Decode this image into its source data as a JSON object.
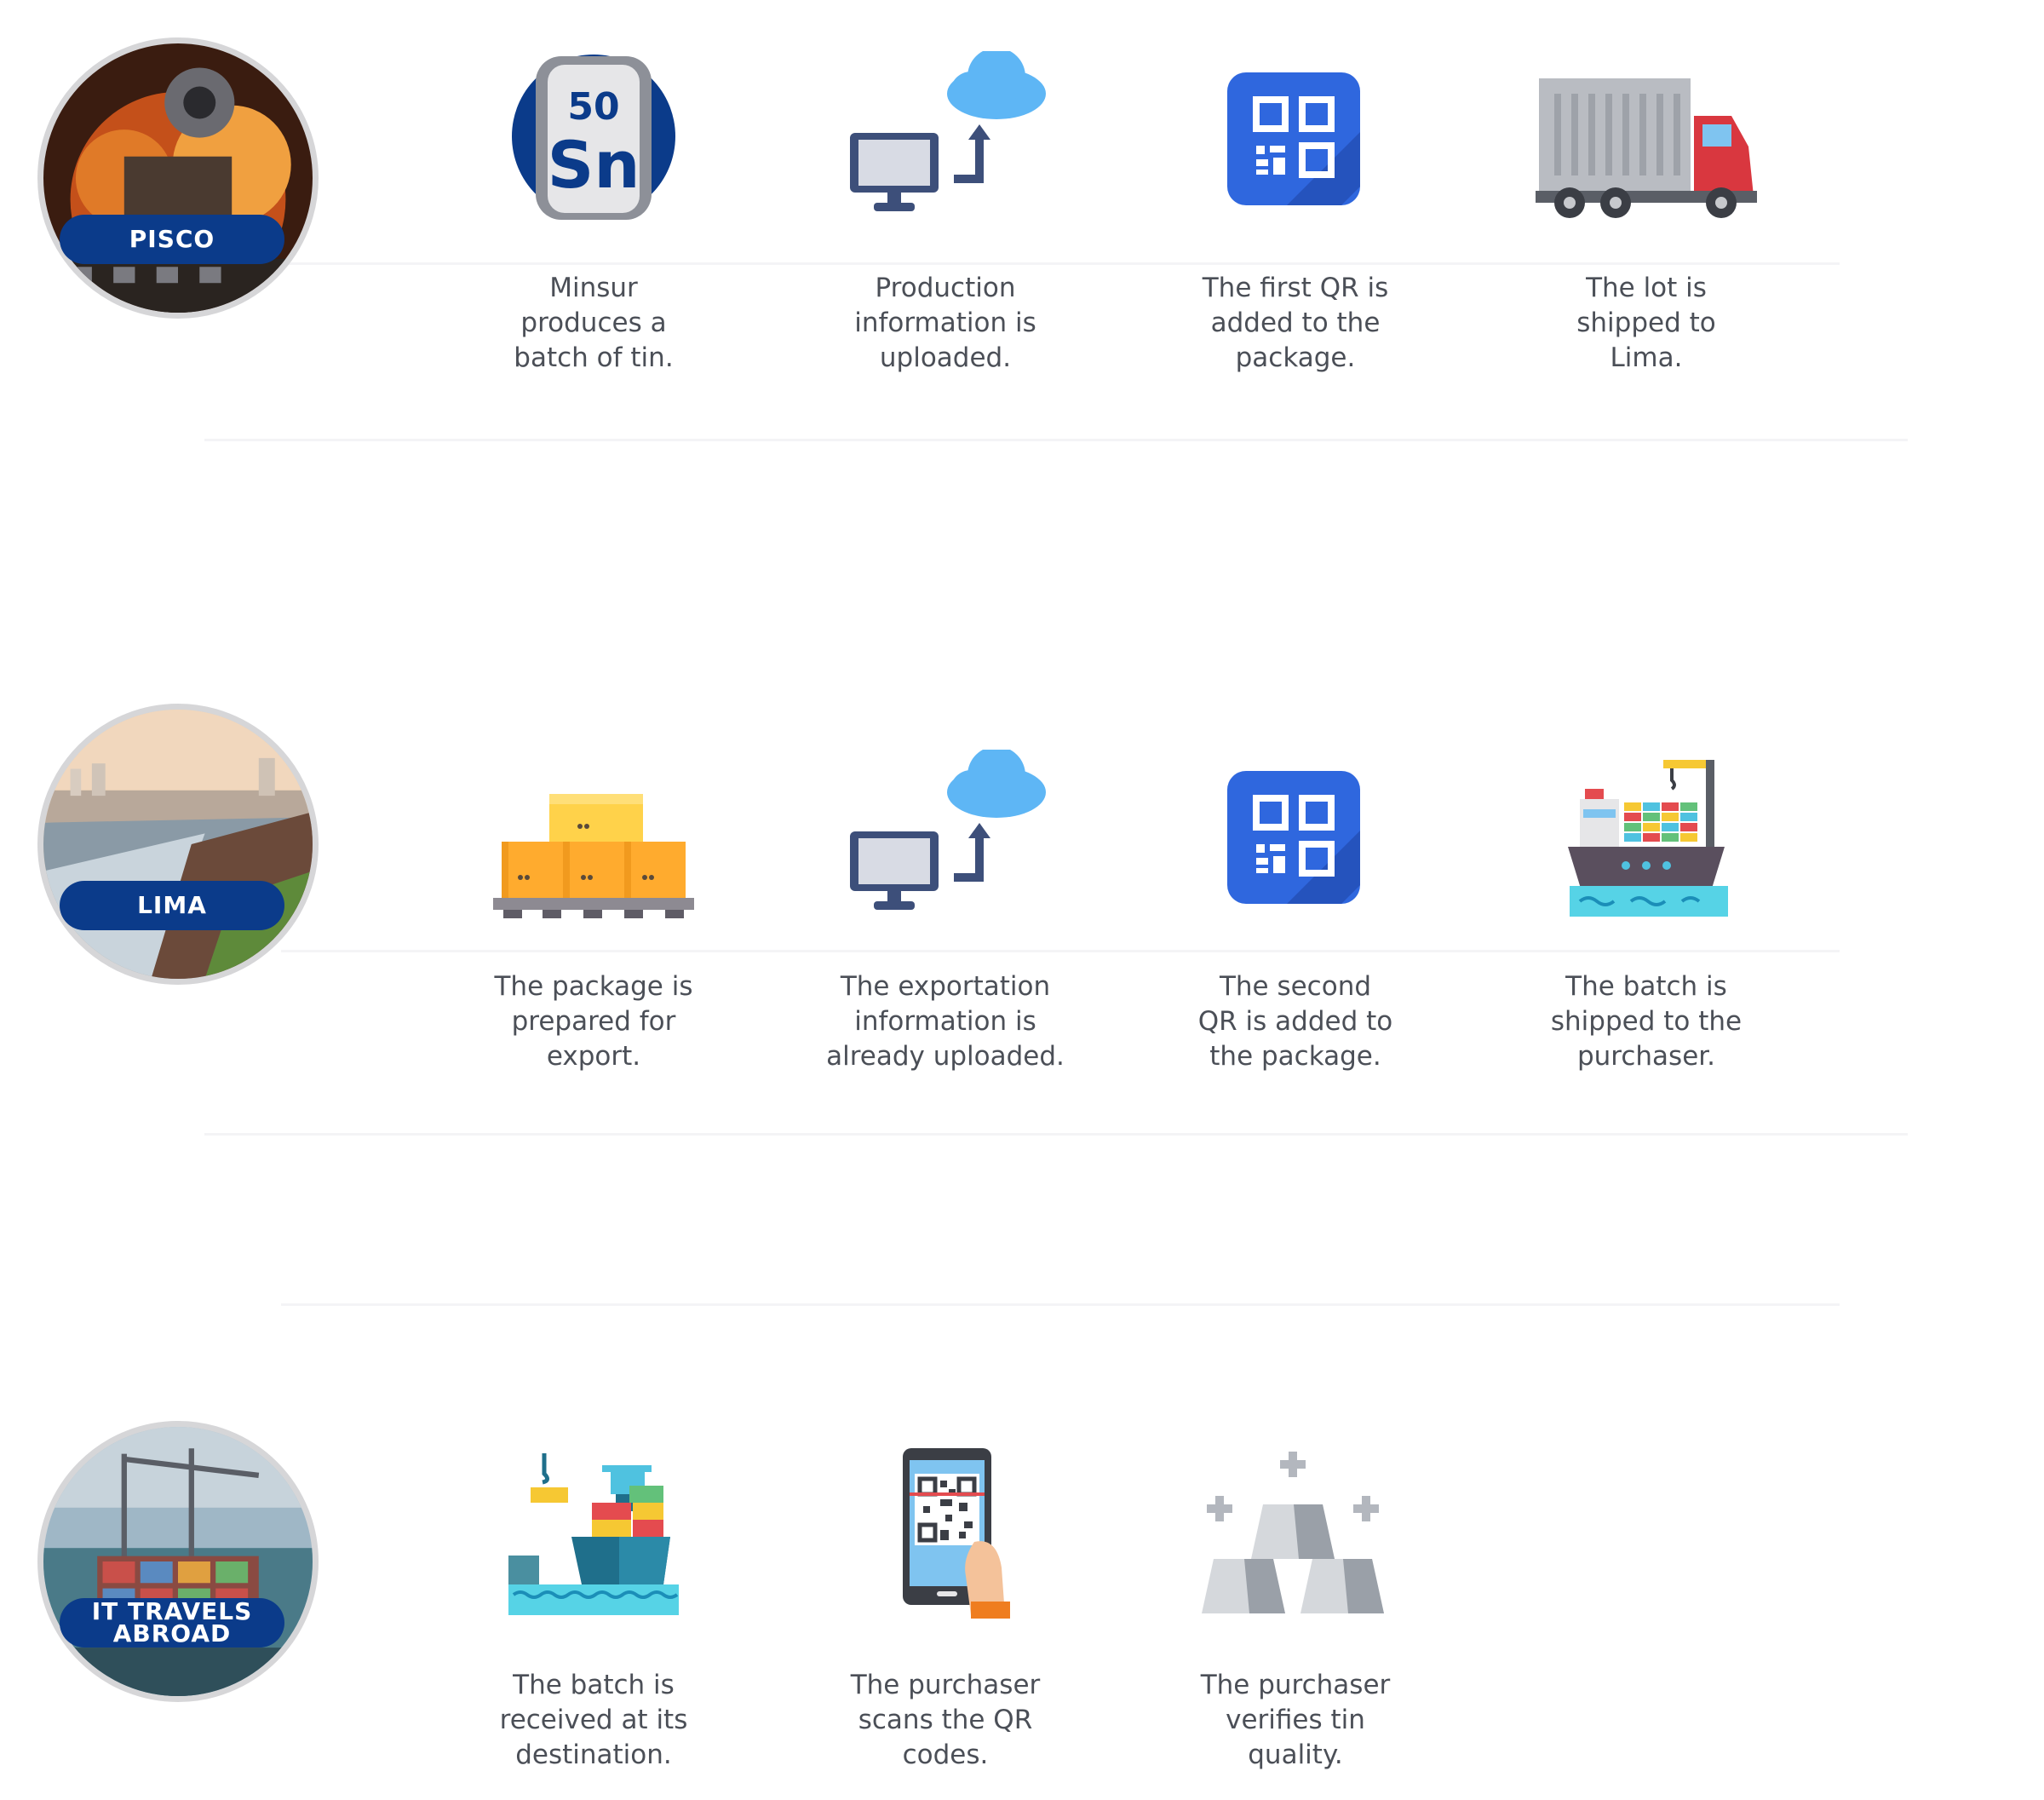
{
  "stages": [
    {
      "label": "PISCO",
      "steps": [
        {
          "icon": "tin-element-icon",
          "caption": "Minsur\nproduces a\nbatch of tin."
        },
        {
          "icon": "cloud-upload-icon",
          "caption": "Production\ninformation is\nuploaded."
        },
        {
          "icon": "qr-code-icon",
          "caption": "The first QR is\nadded to the\npackage."
        },
        {
          "icon": "truck-icon",
          "caption": "The lot is\nshipped to\nLima."
        }
      ]
    },
    {
      "label": "LIMA",
      "steps": [
        {
          "icon": "boxes-pallet-icon",
          "caption": "The package is\nprepared for\nexport."
        },
        {
          "icon": "cloud-upload-icon",
          "caption": "The exportation\ninformation is\nalready uploaded."
        },
        {
          "icon": "qr-code-icon",
          "caption": "The second\nQR is added to\nthe package."
        },
        {
          "icon": "cargo-ship-icon",
          "caption": "The batch is\nshipped to the\npurchaser."
        }
      ]
    },
    {
      "label": "IT TRAVELS\nABROAD",
      "steps": [
        {
          "icon": "ship-unloading-icon",
          "caption": "The batch is\nreceived at its\ndestination."
        },
        {
          "icon": "phone-scan-icon",
          "caption": "The purchaser\nscans the QR\ncodes."
        },
        {
          "icon": "tin-ingots-icon",
          "caption": "The purchaser\nverifies tin\nquality."
        }
      ]
    }
  ],
  "element_symbol": "Sn",
  "atomic_number": "50",
  "colors": {
    "badge": "#0b3b8a",
    "caption": "#4b4f57",
    "ring": "#d6d6d8",
    "qr_blue": "#2f67de"
  }
}
